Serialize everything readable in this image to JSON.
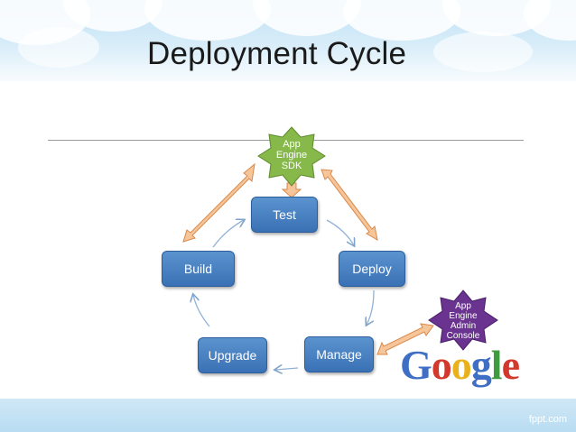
{
  "slide": {
    "title": "Deployment Cycle",
    "footer_brand": "fppt.com"
  },
  "diagram": {
    "nodes": {
      "test": "Test",
      "deploy": "Deploy",
      "manage": "Manage",
      "upgrade": "Upgrade",
      "build": "Build"
    },
    "sdk_star": {
      "line1": "App",
      "line2": "Engine",
      "line3": "SDK"
    },
    "console_star": {
      "line1": "App",
      "line2": "Engine",
      "line3": "Admin",
      "line4": "Console"
    },
    "google_logo": "Google"
  },
  "colors": {
    "node_blue": "#3a71b5",
    "sdk_green": "#7fb03f",
    "console_purple": "#5c2a7d",
    "arrow_orange": "#f2b27a"
  }
}
